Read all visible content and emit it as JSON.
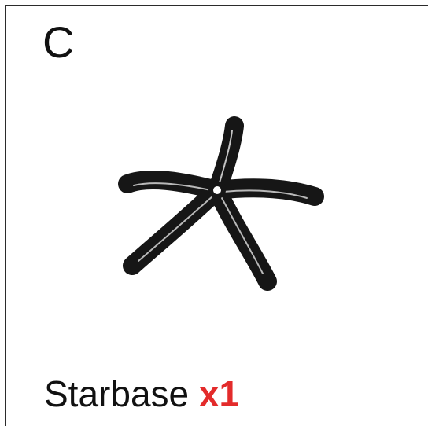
{
  "card": {
    "letter": "C",
    "label": "Starbase",
    "count": "x1",
    "count_color": "#e32b2b",
    "icon": "starfish-icon"
  }
}
